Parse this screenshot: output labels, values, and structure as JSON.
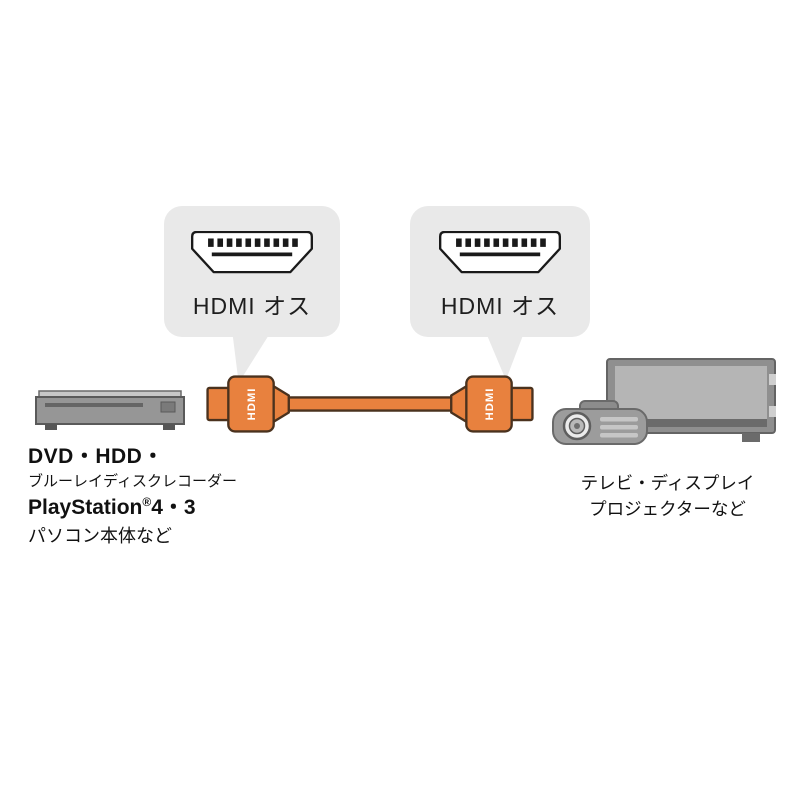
{
  "callout_left": {
    "label": "HDMI オス"
  },
  "callout_right": {
    "label": "HDMI オス"
  },
  "cable": {
    "connector_text": "HDMI"
  },
  "source_devices": {
    "line1": "DVD・HDD・",
    "line2": "ブルーレイディスクレコーダー",
    "line3_name": "PlayStation",
    "line3_reg": "®",
    "line3_version": "4・3",
    "line4": "パソコン本体など"
  },
  "display_devices": {
    "line1": "テレビ・ディスプレイ",
    "line2": "プロジェクターなど"
  },
  "colors": {
    "cable_orange": "#E8813E",
    "bubble_gray": "#E9E9E9",
    "device_gray": "#969696"
  }
}
